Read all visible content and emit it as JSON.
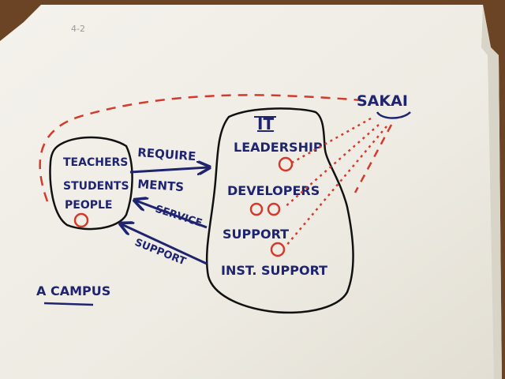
{
  "colors": {
    "ink": "#1f2470",
    "red": "#d43a2c",
    "paper": "#f1efe8",
    "desk": "#6a4424"
  },
  "corner_mark": "4-2",
  "campus": {
    "title": "A CAMPUS",
    "items": [
      "TEACHERS",
      "STUDENTS",
      "PEOPLE"
    ]
  },
  "it": {
    "title": "IT",
    "items": [
      "LEADERSHIP",
      "DEVELOPERS",
      "SUPPORT",
      "INST. SUPPORT"
    ]
  },
  "sakai": {
    "label": "SAKAI"
  },
  "arrows": {
    "requirements_line1": "REQUIRE",
    "requirements_line2": "MENTS",
    "service": "SERVICE",
    "support": "SUPPORT"
  }
}
